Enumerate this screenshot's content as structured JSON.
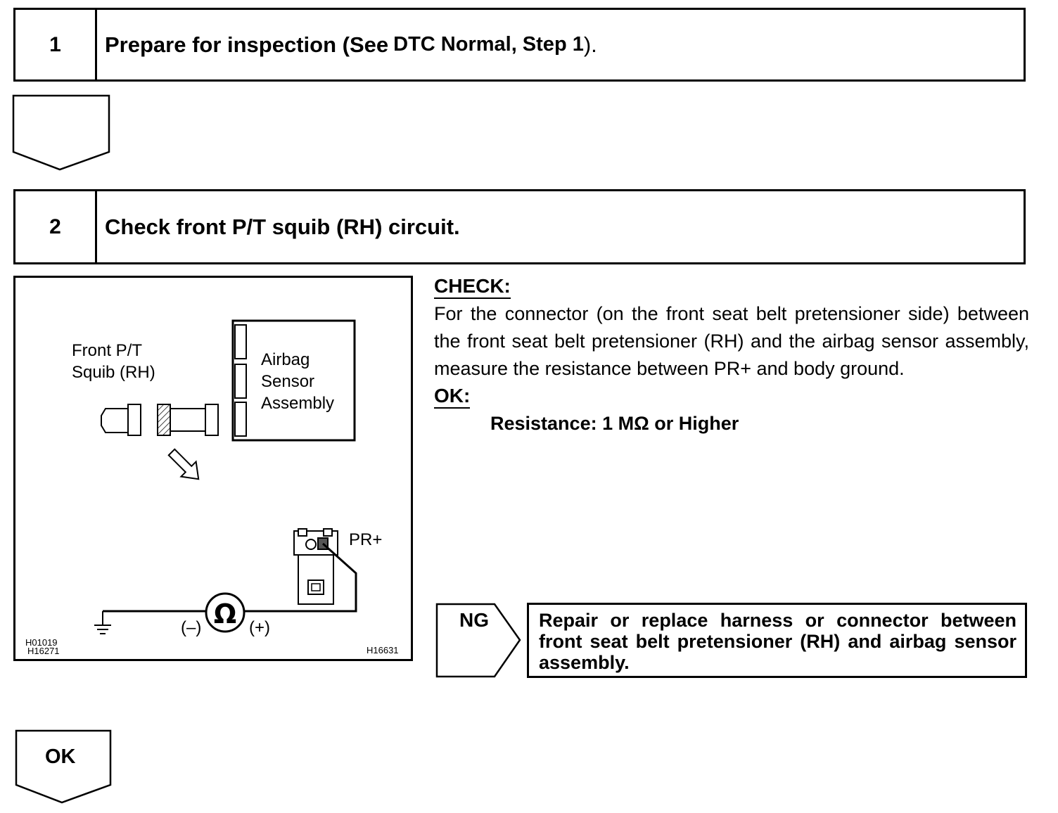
{
  "step1": {
    "number": "1",
    "title_a": "Prepare for inspection (See",
    "title_b": "DTC Normal, Step 1",
    "title_c": ")."
  },
  "step2": {
    "number": "2",
    "title": "Check front P/T squib (RH) circuit."
  },
  "figure": {
    "squib_label_1": "Front P/T",
    "squib_label_2": "Squib (RH)",
    "sensor_label_1": "Airbag",
    "sensor_label_2": "Sensor",
    "sensor_label_3": "Assembly",
    "pr_label": "PR+",
    "ohm_symbol": "Ω",
    "minus_label": "(–)",
    "plus_label": "(+)",
    "code_left_1": "H01019",
    "code_left_2": "H16271",
    "code_right": "H16631"
  },
  "check": {
    "check_header": "CHECK:",
    "check_text": "For the connector (on the front seat belt pretensioner side) between the front seat belt pretensioner (RH) and the airbag sensor assembly, measure the resistance between PR+ and body ground.",
    "ok_header": "OK:",
    "ok_spec": "Resistance: 1 MΩ or Higher"
  },
  "ng": {
    "label": "NG",
    "text": "Repair or replace harness or connector between front seat belt pretensioner (RH) and airbag sensor assembly."
  },
  "ok": {
    "label": "OK"
  }
}
